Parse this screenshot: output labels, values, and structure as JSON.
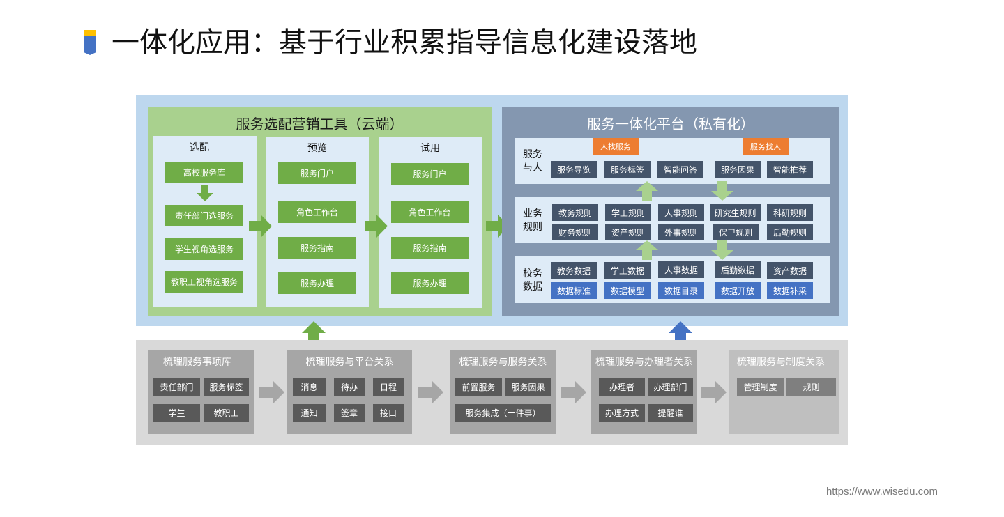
{
  "page": {
    "title": "一体化应用：基于行业积累指导信息化建设落地",
    "footer_url": "https://www.wisedu.com"
  },
  "colors": {
    "green_panel": "#a9d18e",
    "green_box": "#70ad47",
    "slate_panel": "#8497b0",
    "dark_box": "#44546a",
    "blue_box": "#4472c4",
    "orange_box": "#ed7d31",
    "outer_blue": "#bdd7ee",
    "gray_panel": "#d9d9d9",
    "gray_box": "#595959",
    "title_marker_top": "#ffc000",
    "title_marker_bottom": "#4472c4"
  },
  "cloud": {
    "title": "服务选配营销工具（云端）",
    "stages": [
      {
        "title": "选配",
        "items": [
          "高校服务库",
          "责任部门选服务",
          "学生视角选服务",
          "教职工视角选服务"
        ]
      },
      {
        "title": "预览",
        "items": [
          "服务门户",
          "角色工作台",
          "服务指南",
          "服务办理"
        ]
      },
      {
        "title": "试用",
        "items": [
          "服务门户",
          "角色工作台",
          "服务指南",
          "服务办理"
        ]
      }
    ]
  },
  "platform": {
    "title": "服务一体化平台（私有化）",
    "tags": [
      "人找服务",
      "服务找人"
    ],
    "service_row": {
      "label": "服务\n与人",
      "items": [
        "服务导览",
        "服务标签",
        "智能问答",
        "服务因果",
        "智能推荐"
      ]
    },
    "rules_row": {
      "label": "业务\n规则",
      "top": [
        "教务规则",
        "学工规则",
        "人事规则",
        "研究生规则",
        "科研规则"
      ],
      "bottom": [
        "财务规则",
        "资产规则",
        "外事规则",
        "保卫规则",
        "后勤规则"
      ]
    },
    "data_row": {
      "label": "校务\n数据",
      "top": [
        "教务数据",
        "学工数据",
        "人事数据",
        "后勤数据",
        "资产数据"
      ],
      "bottom": [
        "数据标准",
        "数据模型",
        "数据目录",
        "数据开放",
        "数据补采"
      ]
    }
  },
  "foundation": {
    "groups": [
      {
        "title": "梳理服务事项库",
        "items": [
          "责任部门",
          "服务标签",
          "学生",
          "教职工"
        ]
      },
      {
        "title": "梳理服务与平台关系",
        "items": [
          "消息",
          "待办",
          "日程",
          "通知",
          "签章",
          "接口"
        ]
      },
      {
        "title": "梳理服务与服务关系",
        "items": [
          "前置服务",
          "服务因果",
          "服务集成（一件事）"
        ]
      },
      {
        "title": "梳理服务与办理者关系",
        "items": [
          "办理者",
          "办理部门",
          "办理方式",
          "提醒谁"
        ]
      },
      {
        "title": "梳理服务与制度关系",
        "items": [
          "管理制度",
          "规则"
        ]
      }
    ]
  }
}
